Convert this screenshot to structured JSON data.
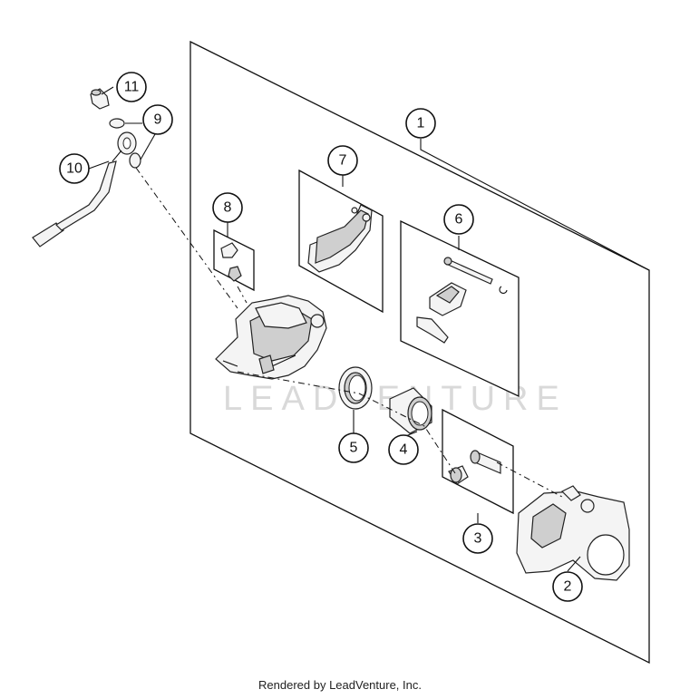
{
  "watermark": "LEADVENTURE",
  "footer": "Rendered by LeadVenture, Inc.",
  "callouts": {
    "c1": "1",
    "c2": "2",
    "c3": "3",
    "c4": "4",
    "c5": "5",
    "c6": "6",
    "c7": "7",
    "c8": "8",
    "c9": "9",
    "c10": "10",
    "c11": "11"
  }
}
